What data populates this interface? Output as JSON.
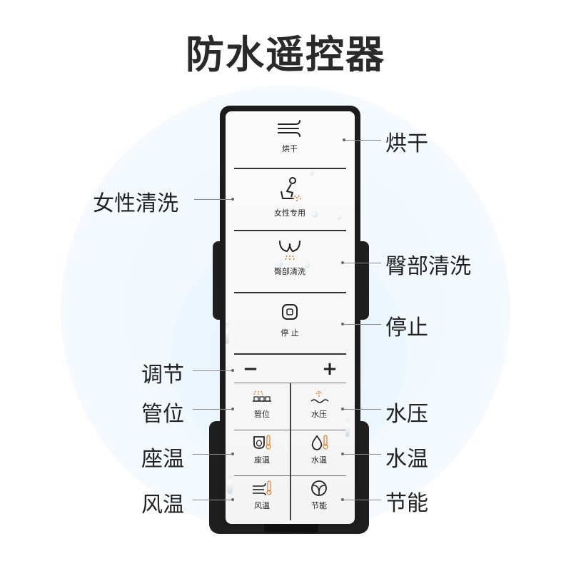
{
  "title": "防水遥控器",
  "remote": {
    "buttons": {
      "dry": {
        "label": "烘干",
        "icon": "airflow-icon"
      },
      "female_wash": {
        "label": "女性专用",
        "icon": "female-wash-icon"
      },
      "hip_wash": {
        "label": "臀部清洗",
        "icon": "hip-wash-icon"
      },
      "stop": {
        "label": "停 止",
        "icon": "stop-icon"
      },
      "minus": {
        "label": "−"
      },
      "plus": {
        "label": "+"
      },
      "nozzle_pos": {
        "label": "管位",
        "icon": "nozzle-position-icon"
      },
      "water_pressure": {
        "label": "水压",
        "icon": "water-pressure-icon"
      },
      "seat_temp": {
        "label": "座温",
        "icon": "seat-temperature-icon"
      },
      "water_temp": {
        "label": "水温",
        "icon": "water-temperature-icon"
      },
      "air_temp": {
        "label": "风温",
        "icon": "air-temperature-icon"
      },
      "eco": {
        "label": "节能",
        "icon": "eco-leaf-icon"
      }
    }
  },
  "callouts": {
    "dry": "烘干",
    "female_wash": "女性清洗",
    "hip_wash": "臀部清洗",
    "stop": "停止",
    "adjust": "调节",
    "nozzle_pos": "管位",
    "water_pressure": "水压",
    "seat_temp": "座温",
    "water_temp": "水温",
    "air_temp": "风温",
    "eco": "节能"
  }
}
